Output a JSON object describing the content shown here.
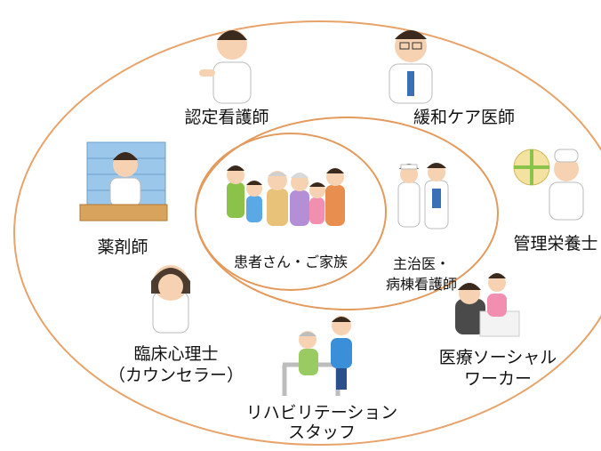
{
  "center": {
    "label": "患者さん・ご家族"
  },
  "inner_ring": {
    "label": "主治医・病棟看護師",
    "line1": "主治医・",
    "line2": "病棟看護師"
  },
  "outer_ring": {
    "members": [
      {
        "key": "nurse",
        "label": "認定看護師",
        "icon": "nurse-icon"
      },
      {
        "key": "doctor",
        "label": "緩和ケア医師",
        "icon": "doctor-icon"
      },
      {
        "key": "pharmacist",
        "label": "薬剤師",
        "icon": "pharmacist-icon"
      },
      {
        "key": "dietitian",
        "label": "管理栄養士",
        "icon": "dietitian-icon"
      },
      {
        "key": "psychologist",
        "line1": "臨床心理士",
        "line2": "（カウンセラー）",
        "icon": "psychologist-icon"
      },
      {
        "key": "social_worker",
        "line1": "医療ソーシャル",
        "line2": "ワーカー",
        "icon": "social-worker-icon"
      },
      {
        "key": "rehab",
        "line1": "リハビリテーション",
        "line2": "スタッフ",
        "icon": "rehab-staff-icon"
      }
    ]
  },
  "colors": {
    "ring": "#e8a36a",
    "ring_inner": "#e39a5c"
  }
}
